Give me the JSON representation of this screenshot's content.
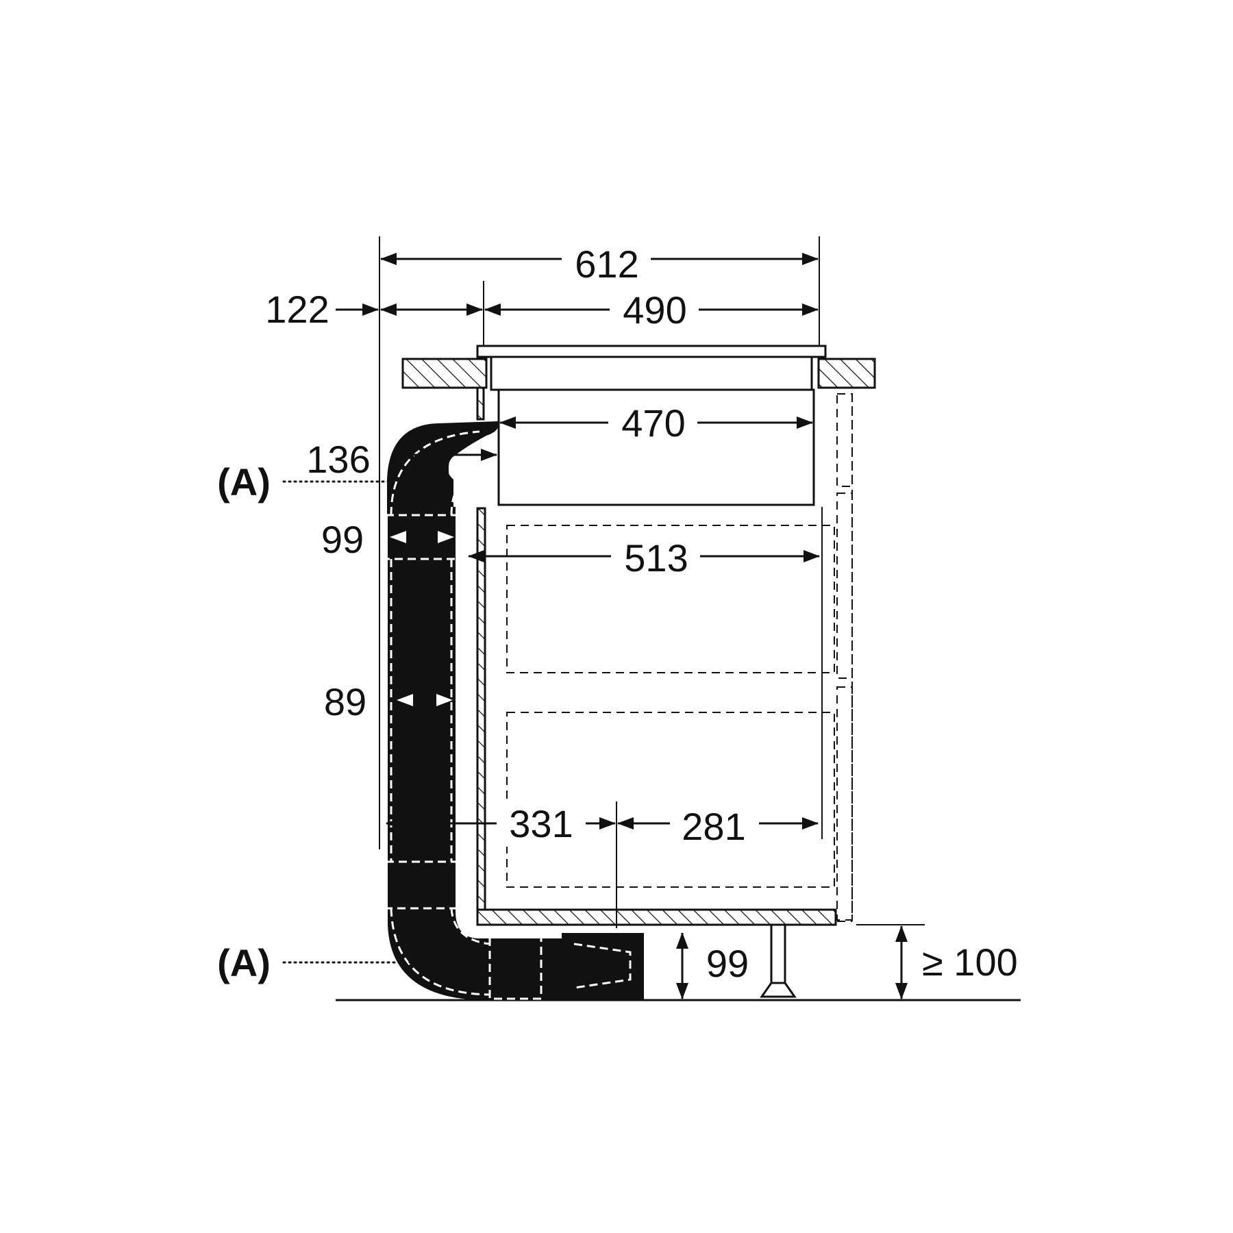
{
  "dimensions": {
    "overall_depth": "612",
    "rear_offset": "122",
    "cutout_depth": "490",
    "unit_depth": "470",
    "duct_bend_depth": "136",
    "duct_outer_width": "99",
    "cabinet_inner_depth": "513",
    "duct_inner_width": "89",
    "front_to_duct": "331",
    "front_to_outlet": "281",
    "plinth_outlet_height": "99",
    "min_plinth_height": "≥ 100"
  },
  "callouts": {
    "upper_bend": "(A)",
    "lower_bend": "(A)"
  },
  "colors": {
    "line": "#111111",
    "duct": "#111111",
    "background": "#ffffff"
  }
}
